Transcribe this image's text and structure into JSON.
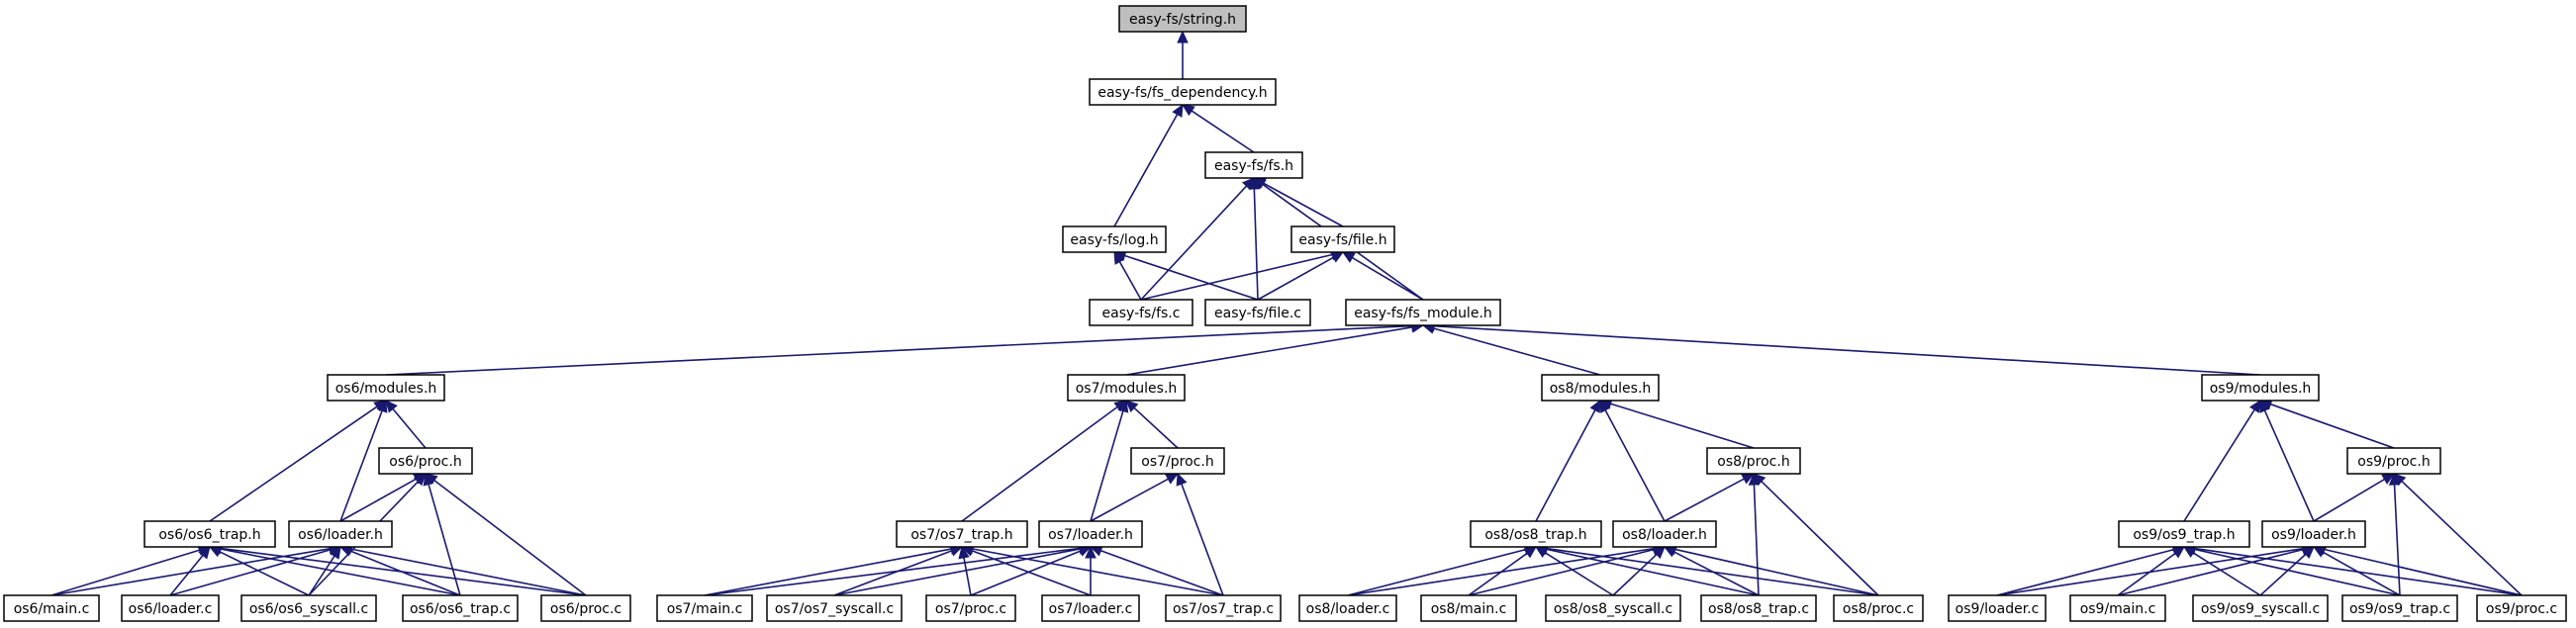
{
  "diagram": {
    "title": "Include dependency graph",
    "colors": {
      "edge": "#191970",
      "node_border": "#000000",
      "node_fill": "#ffffff",
      "root_fill": "#bfbfbf"
    },
    "nodes": [
      {
        "id": "string_h",
        "label": "easy-fs/string.h",
        "root": true
      },
      {
        "id": "fs_dependency_h",
        "label": "easy-fs/fs_dependency.h"
      },
      {
        "id": "fs_h",
        "label": "easy-fs/fs.h"
      },
      {
        "id": "log_h",
        "label": "easy-fs/log.h"
      },
      {
        "id": "file_h",
        "label": "easy-fs/file.h"
      },
      {
        "id": "fs_c",
        "label": "easy-fs/fs.c"
      },
      {
        "id": "file_c",
        "label": "easy-fs/file.c"
      },
      {
        "id": "fs_module_h",
        "label": "easy-fs/fs_module.h"
      },
      {
        "id": "os6_modules_h",
        "label": "os6/modules.h"
      },
      {
        "id": "os6_proc_h",
        "label": "os6/proc.h"
      },
      {
        "id": "os6_trap_h",
        "label": "os6/os6_trap.h"
      },
      {
        "id": "os6_loader_h",
        "label": "os6/loader.h"
      },
      {
        "id": "os6_main_c",
        "label": "os6/main.c"
      },
      {
        "id": "os6_loader_c",
        "label": "os6/loader.c"
      },
      {
        "id": "os6_syscall_c",
        "label": "os6/os6_syscall.c"
      },
      {
        "id": "os6_trap_c",
        "label": "os6/os6_trap.c"
      },
      {
        "id": "os6_proc_c",
        "label": "os6/proc.c"
      },
      {
        "id": "os7_modules_h",
        "label": "os7/modules.h"
      },
      {
        "id": "os7_proc_h",
        "label": "os7/proc.h"
      },
      {
        "id": "os7_trap_h",
        "label": "os7/os7_trap.h"
      },
      {
        "id": "os7_loader_h",
        "label": "os7/loader.h"
      },
      {
        "id": "os7_main_c",
        "label": "os7/main.c"
      },
      {
        "id": "os7_syscall_c",
        "label": "os7/os7_syscall.c"
      },
      {
        "id": "os7_proc_c",
        "label": "os7/proc.c"
      },
      {
        "id": "os7_loader_c",
        "label": "os7/loader.c"
      },
      {
        "id": "os7_trap_c",
        "label": "os7/os7_trap.c"
      },
      {
        "id": "os8_modules_h",
        "label": "os8/modules.h"
      },
      {
        "id": "os8_proc_h",
        "label": "os8/proc.h"
      },
      {
        "id": "os8_trap_h",
        "label": "os8/os8_trap.h"
      },
      {
        "id": "os8_loader_h",
        "label": "os8/loader.h"
      },
      {
        "id": "os8_loader_c",
        "label": "os8/loader.c"
      },
      {
        "id": "os8_main_c",
        "label": "os8/main.c"
      },
      {
        "id": "os8_syscall_c",
        "label": "os8/os8_syscall.c"
      },
      {
        "id": "os8_trap_c",
        "label": "os8/os8_trap.c"
      },
      {
        "id": "os8_proc_c",
        "label": "os8/proc.c"
      },
      {
        "id": "os9_modules_h",
        "label": "os9/modules.h"
      },
      {
        "id": "os9_proc_h",
        "label": "os9/proc.h"
      },
      {
        "id": "os9_trap_h",
        "label": "os9/os9_trap.h"
      },
      {
        "id": "os9_loader_h",
        "label": "os9/loader.h"
      },
      {
        "id": "os9_loader_c",
        "label": "os9/loader.c"
      },
      {
        "id": "os9_main_c",
        "label": "os9/main.c"
      },
      {
        "id": "os9_syscall_c",
        "label": "os9/os9_syscall.c"
      },
      {
        "id": "os9_trap_c",
        "label": "os9/os9_trap.c"
      },
      {
        "id": "os9_proc_c",
        "label": "os9/proc.c"
      }
    ],
    "edges": [
      [
        "string_h",
        "fs_dependency_h"
      ],
      [
        "fs_dependency_h",
        "fs_h"
      ],
      [
        "fs_dependency_h",
        "log_h"
      ],
      [
        "fs_h",
        "file_h"
      ],
      [
        "fs_h",
        "fs_c"
      ],
      [
        "fs_h",
        "file_c"
      ],
      [
        "fs_h",
        "fs_module_h"
      ],
      [
        "log_h",
        "fs_c"
      ],
      [
        "log_h",
        "file_c"
      ],
      [
        "file_h",
        "fs_c"
      ],
      [
        "file_h",
        "file_c"
      ],
      [
        "file_h",
        "fs_module_h"
      ],
      [
        "fs_module_h",
        "os6_modules_h"
      ],
      [
        "fs_module_h",
        "os7_modules_h"
      ],
      [
        "fs_module_h",
        "os8_modules_h"
      ],
      [
        "fs_module_h",
        "os9_modules_h"
      ],
      [
        "os6_modules_h",
        "os6_proc_h"
      ],
      [
        "os6_modules_h",
        "os6_trap_h"
      ],
      [
        "os6_modules_h",
        "os6_loader_h"
      ],
      [
        "os6_proc_h",
        "os6_loader_h"
      ],
      [
        "os6_proc_h",
        "os6_syscall_c"
      ],
      [
        "os6_proc_h",
        "os6_trap_c"
      ],
      [
        "os6_proc_h",
        "os6_proc_c"
      ],
      [
        "os6_trap_h",
        "os6_main_c"
      ],
      [
        "os6_trap_h",
        "os6_loader_c"
      ],
      [
        "os6_trap_h",
        "os6_syscall_c"
      ],
      [
        "os6_trap_h",
        "os6_trap_c"
      ],
      [
        "os6_trap_h",
        "os6_proc_c"
      ],
      [
        "os6_loader_h",
        "os6_main_c"
      ],
      [
        "os6_loader_h",
        "os6_loader_c"
      ],
      [
        "os6_loader_h",
        "os6_syscall_c"
      ],
      [
        "os6_loader_h",
        "os6_trap_c"
      ],
      [
        "os6_loader_h",
        "os6_proc_c"
      ],
      [
        "os7_modules_h",
        "os7_proc_h"
      ],
      [
        "os7_modules_h",
        "os7_trap_h"
      ],
      [
        "os7_modules_h",
        "os7_loader_h"
      ],
      [
        "os7_proc_h",
        "os7_loader_h"
      ],
      [
        "os7_proc_h",
        "os7_trap_c"
      ],
      [
        "os7_trap_h",
        "os7_main_c"
      ],
      [
        "os7_trap_h",
        "os7_syscall_c"
      ],
      [
        "os7_trap_h",
        "os7_proc_c"
      ],
      [
        "os7_trap_h",
        "os7_loader_c"
      ],
      [
        "os7_trap_h",
        "os7_trap_c"
      ],
      [
        "os7_loader_h",
        "os7_main_c"
      ],
      [
        "os7_loader_h",
        "os7_syscall_c"
      ],
      [
        "os7_loader_h",
        "os7_proc_c"
      ],
      [
        "os7_loader_h",
        "os7_loader_c"
      ],
      [
        "os7_loader_h",
        "os7_trap_c"
      ],
      [
        "os8_modules_h",
        "os8_proc_h"
      ],
      [
        "os8_modules_h",
        "os8_trap_h"
      ],
      [
        "os8_modules_h",
        "os8_loader_h"
      ],
      [
        "os8_proc_h",
        "os8_loader_h"
      ],
      [
        "os8_proc_h",
        "os8_trap_c"
      ],
      [
        "os8_proc_h",
        "os8_proc_c"
      ],
      [
        "os8_trap_h",
        "os8_loader_c"
      ],
      [
        "os8_trap_h",
        "os8_main_c"
      ],
      [
        "os8_trap_h",
        "os8_syscall_c"
      ],
      [
        "os8_trap_h",
        "os8_trap_c"
      ],
      [
        "os8_trap_h",
        "os8_proc_c"
      ],
      [
        "os8_loader_h",
        "os8_loader_c"
      ],
      [
        "os8_loader_h",
        "os8_main_c"
      ],
      [
        "os8_loader_h",
        "os8_syscall_c"
      ],
      [
        "os8_loader_h",
        "os8_trap_c"
      ],
      [
        "os8_loader_h",
        "os8_proc_c"
      ],
      [
        "os9_modules_h",
        "os9_proc_h"
      ],
      [
        "os9_modules_h",
        "os9_trap_h"
      ],
      [
        "os9_modules_h",
        "os9_loader_h"
      ],
      [
        "os9_proc_h",
        "os9_loader_h"
      ],
      [
        "os9_proc_h",
        "os9_trap_c"
      ],
      [
        "os9_proc_h",
        "os9_proc_c"
      ],
      [
        "os9_trap_h",
        "os9_loader_c"
      ],
      [
        "os9_trap_h",
        "os9_main_c"
      ],
      [
        "os9_trap_h",
        "os9_syscall_c"
      ],
      [
        "os9_trap_h",
        "os9_trap_c"
      ],
      [
        "os9_trap_h",
        "os9_proc_c"
      ],
      [
        "os9_loader_h",
        "os9_loader_c"
      ],
      [
        "os9_loader_h",
        "os9_main_c"
      ],
      [
        "os9_loader_h",
        "os9_syscall_c"
      ],
      [
        "os9_loader_h",
        "os9_trap_c"
      ],
      [
        "os9_loader_h",
        "os9_proc_c"
      ]
    ]
  }
}
